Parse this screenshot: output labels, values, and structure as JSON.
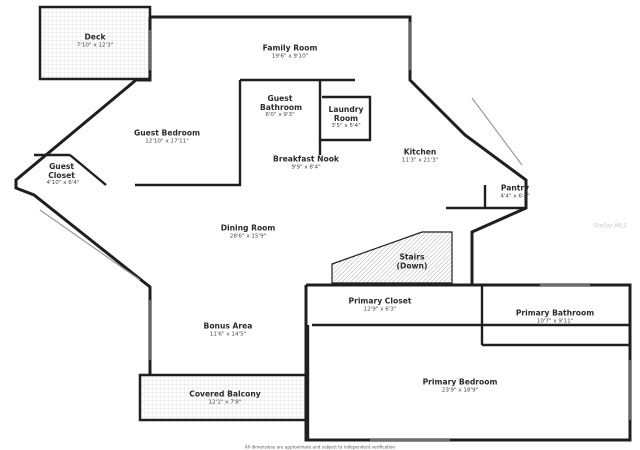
{
  "rooms": [
    {
      "id": "deck",
      "name": "Deck",
      "dims": "7'10\" x 12'3\""
    },
    {
      "id": "family-room",
      "name": "Family Room",
      "dims": "19'6\" x 9'10\""
    },
    {
      "id": "guest-bathroom",
      "name": "Guest Bathroom",
      "dims": "6'0\" x 9'3\""
    },
    {
      "id": "laundry-room",
      "name": "Laundry Room",
      "dims": "3'5\" x 5'4\""
    },
    {
      "id": "guest-bedroom",
      "name": "Guest Bedroom",
      "dims": "12'10\" x 17'11\""
    },
    {
      "id": "breakfast-nook",
      "name": "Breakfast Nook",
      "dims": "9'9\" x 8'4\""
    },
    {
      "id": "kitchen",
      "name": "Kitchen",
      "dims": "11'3\" x 21'3\""
    },
    {
      "id": "guest-closet",
      "name": "Guest Closet",
      "dims": "4'10\" x 6'4\""
    },
    {
      "id": "pantry",
      "name": "Pantry",
      "dims": "4'4\" x 6'4\""
    },
    {
      "id": "dining-room",
      "name": "Dining Room",
      "dims": "28'6\" x 15'9\""
    },
    {
      "id": "stairs",
      "name": "Stairs (Down)",
      "dims": ""
    },
    {
      "id": "primary-closet",
      "name": "Primary Closet",
      "dims": "12'9\" x 6'3\""
    },
    {
      "id": "primary-bathroom",
      "name": "Primary Bathroom",
      "dims": "10'7\" x 9'11\""
    },
    {
      "id": "bonus-area",
      "name": "Bonus Area",
      "dims": "11'6\" x 14'5\""
    },
    {
      "id": "covered-balcony",
      "name": "Covered Balcony",
      "dims": "12'1\" x 7'8\""
    },
    {
      "id": "primary-bedroom",
      "name": "Primary Bedroom",
      "dims": "23'9\" x 18'9\""
    }
  ],
  "disclaimer": "All dimensions are approximate and subject to independent verification",
  "watermark": "Stellar MLS",
  "colors": {
    "wall": "#1f1f1f",
    "deck_fill": "#f2f2f2",
    "hatch": "#9a9a9a"
  }
}
